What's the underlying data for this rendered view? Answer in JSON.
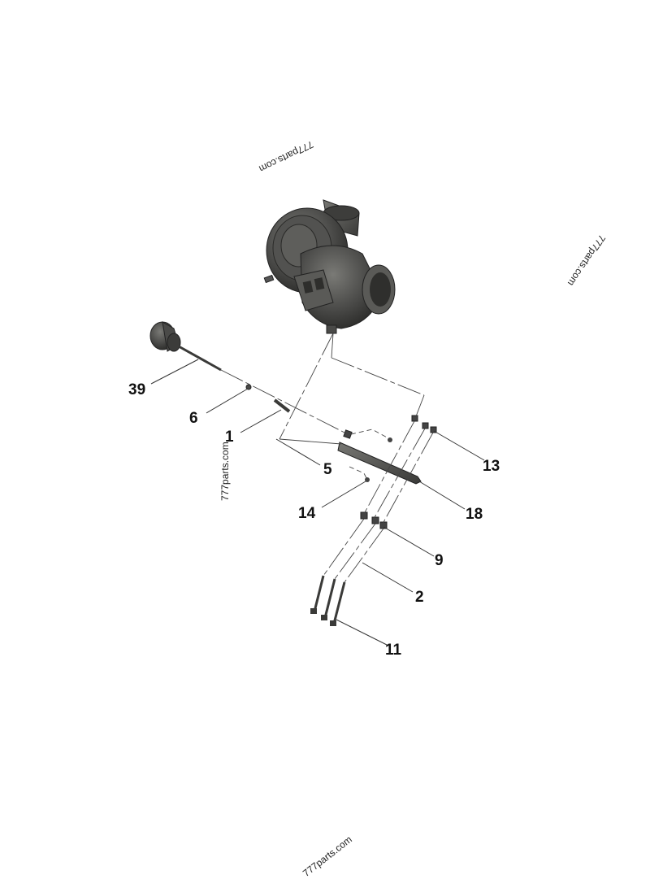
{
  "callouts": {
    "c39": "39",
    "c6": "6",
    "c1": "1",
    "c5": "5",
    "c13": "13",
    "c14": "14",
    "c18": "18",
    "c9": "9",
    "c2": "2",
    "c11": "11"
  },
  "watermarks": {
    "top": "777parts.com",
    "right": "777parts.com",
    "left": "777parts.com",
    "bottom": "777parts.com"
  },
  "colors": {
    "part_body": "#4a4a48",
    "part_dark": "#2f2f2d",
    "part_light": "#6b6b68",
    "leader": "#333333"
  }
}
